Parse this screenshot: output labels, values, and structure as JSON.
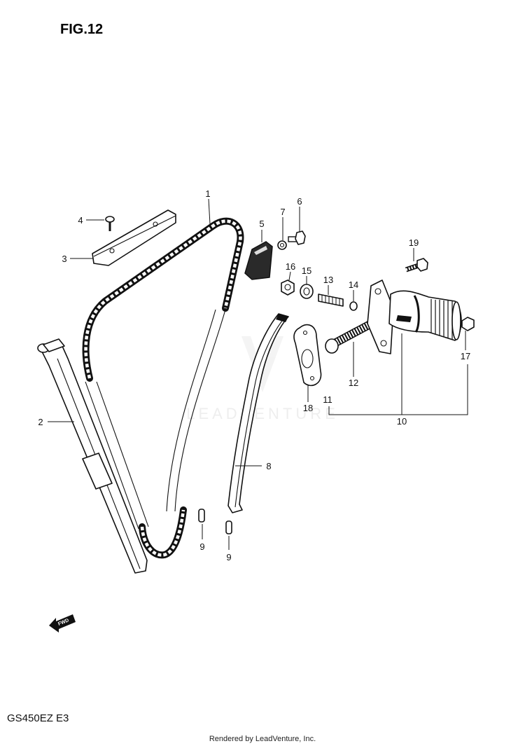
{
  "figure": {
    "title": "FIG.12",
    "model": "GS450EZ  E3",
    "footer": "Rendered by LeadVenture, Inc.",
    "watermark": "LEADVENTURE",
    "fwd": "FWD"
  },
  "callouts": [
    {
      "label": "1"
    },
    {
      "label": "2"
    },
    {
      "label": "3"
    },
    {
      "label": "4"
    },
    {
      "label": "5"
    },
    {
      "label": "6"
    },
    {
      "label": "7"
    },
    {
      "label": "8"
    },
    {
      "label": "9"
    },
    {
      "label": "9"
    },
    {
      "label": "10"
    },
    {
      "label": "11"
    },
    {
      "label": "12"
    },
    {
      "label": "13"
    },
    {
      "label": "14"
    },
    {
      "label": "15"
    },
    {
      "label": "16"
    },
    {
      "label": "17"
    },
    {
      "label": "18"
    },
    {
      "label": "19"
    }
  ]
}
